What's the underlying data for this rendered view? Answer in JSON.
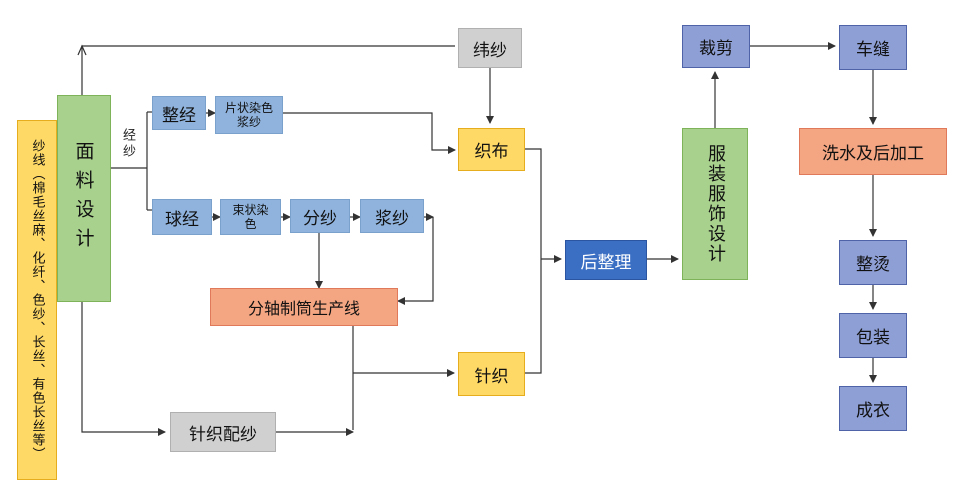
{
  "nodes": {
    "yarn": "纱线（棉毛丝麻、化纤、色纱、长丝、有色长丝等）",
    "fabric_design": "面料设计",
    "warp_label": "经纱",
    "zhengjing": "整经",
    "sheet_dye": "片状染色浆纱",
    "qiujing": "球经",
    "bundle_dye": "束状染色",
    "fensha": "分纱",
    "jiangsha": "浆纱",
    "weft": "纬纱",
    "weaving": "织布",
    "axis_line": "分轴制筒生产线",
    "knit": "针织",
    "knit_yarn": "针织配纱",
    "finishing": "后整理",
    "apparel_design": "服装服饰设计",
    "cutting": "裁剪",
    "sewing": "车缝",
    "wash": "洗水及后加工",
    "ironing": "整烫",
    "packing": "包装",
    "garment": "成衣"
  },
  "colors": {
    "blue": "#8fb3dd",
    "yellow": "#ffd966",
    "green": "#a9d18e",
    "orange": "#f4a582",
    "gray": "#d0d0d0",
    "navy": "#8e9fd6",
    "dark_blue": "#3a6fc4",
    "line": "#333333"
  }
}
